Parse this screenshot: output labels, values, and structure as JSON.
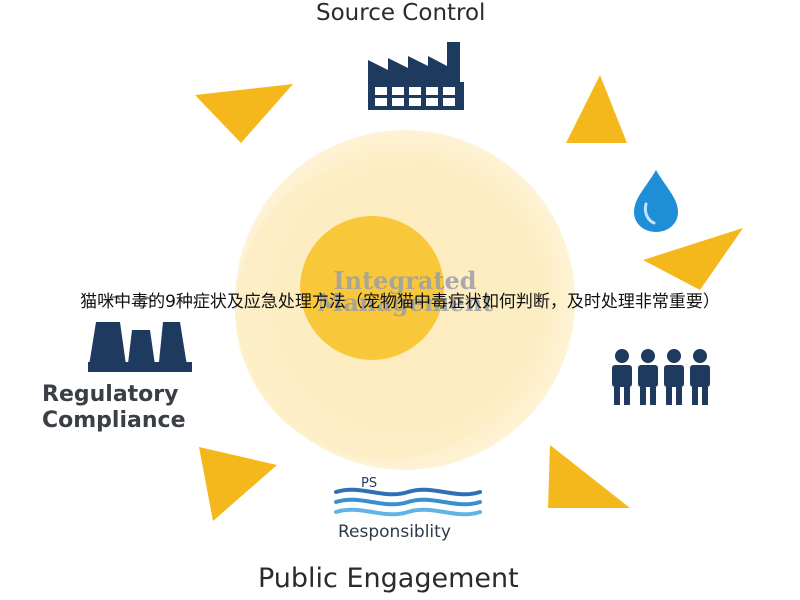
{
  "diagram": {
    "top_label": "Source Control",
    "bottom_label": "Public Engagement",
    "left_label_line1": "Regulatory",
    "left_label_line2": "Compliance",
    "center_line1": "Integrated",
    "center_line2": "Management",
    "bottom_icon_tag": "PS",
    "bottom_icon_label": "Responsiblity"
  },
  "banner_text": "猫咪中毒的9种症状及应急处理方法（宠物猫中毒症状如何判断，及时处理非常重要）",
  "colors": {
    "accent_yellow": "#f5b81c",
    "outer_circle": "#fde9b8",
    "inner_circle": "#f9c83a",
    "icon_navy": "#1f3a5f",
    "drop_blue": "#1e8fd6"
  },
  "icons": [
    "factory-icon",
    "water-drop-icon",
    "people-group-icon",
    "water-waves-icon",
    "power-plant-icon"
  ]
}
